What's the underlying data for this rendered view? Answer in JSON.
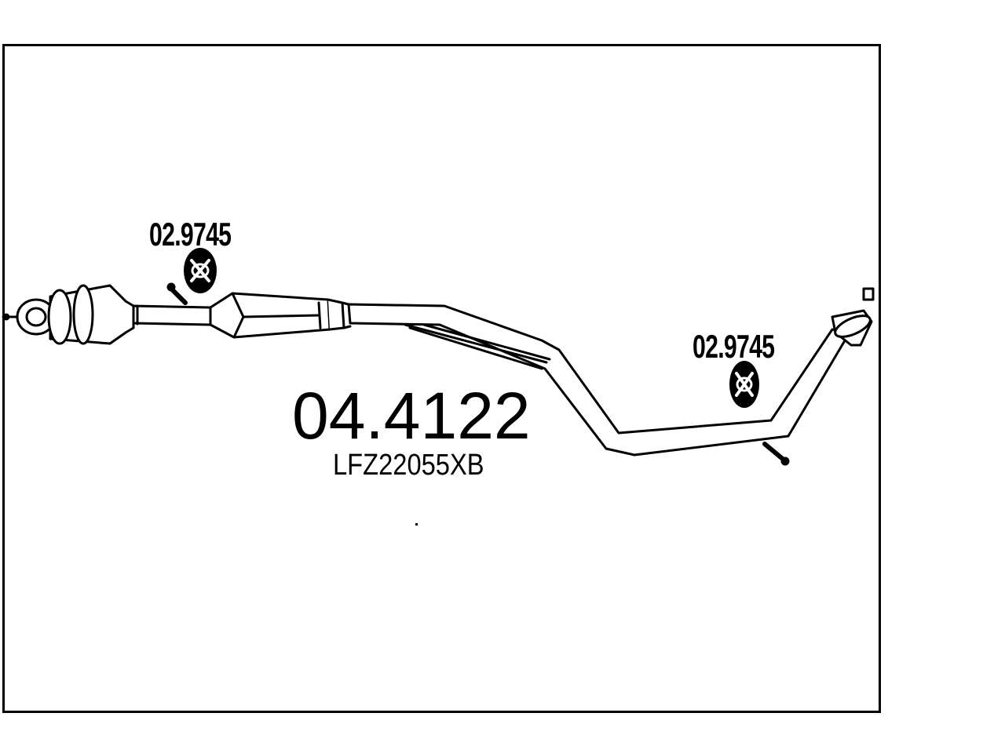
{
  "part_number": "04.4122",
  "oem_code": "LFZ22055XB",
  "clamps": [
    {
      "code": "02.9745"
    },
    {
      "code": "02.9745"
    }
  ],
  "colors": {
    "line": "#000000",
    "background": "#ffffff"
  }
}
